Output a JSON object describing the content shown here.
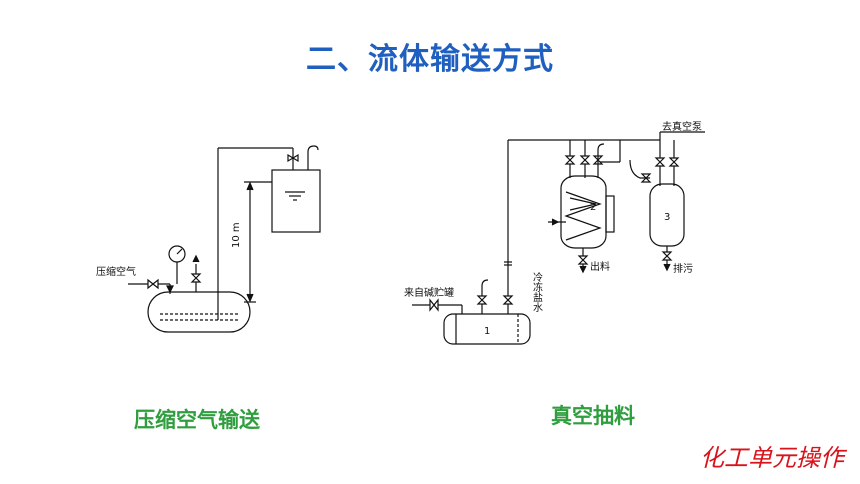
{
  "title": "二、流体输送方式",
  "left_diagram": {
    "caption": "压缩空气输送",
    "air_label": "压缩空气",
    "height_label": "10 m"
  },
  "right_diagram": {
    "caption": "真空抽料",
    "vacuum_pump_label": "去真空泵",
    "alkali_label": "来自碱贮罐",
    "brine_label": "冷冻盐水",
    "discharge_label": "出料",
    "drain_label": "排污",
    "tank1_label": "1",
    "tank2_label": "2",
    "tank3_label": "3"
  },
  "brand": "化工单元操作"
}
